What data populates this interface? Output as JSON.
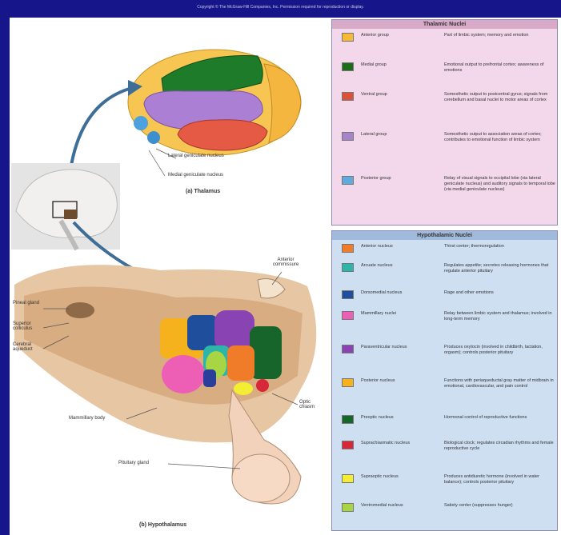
{
  "copyright": "Copyright © The McGraw-Hill Companies, Inc. Permission required for reproduction or display.",
  "thalamus_caption": "(a) Thalamus",
  "hypothalamus_caption": "(b) Hypothalamus",
  "thalamus_labels": {
    "lateral_geniculate": "Lateral geniculate nucleus",
    "medial_geniculate": "Medial geniculate nucleus"
  },
  "brain_labels": {
    "pineal_gland": "Pineal gland",
    "superior_colliculus": "Superior colliculus",
    "cerebral_aqueduct": "Cerebral aqueduct",
    "anterior_commissure": "Anterior commissure",
    "optic_chiasm": "Optic chiasm",
    "mammillary_body": "Mammillary body",
    "pituitary_gland": "Pituitary gland"
  },
  "thalamic_title": "Thalamic Nuclei",
  "thalamic_nuclei": [
    {
      "name": "Anterior group",
      "color": "#f5b935",
      "desc": "Part of limbic system; memory and emotion"
    },
    {
      "name": "Medial group",
      "color": "#1d6b1d",
      "desc": "Emotional output to prefrontal cortex; awareness of emotions"
    },
    {
      "name": "Ventral group",
      "color": "#d9533a",
      "desc": "Somesthetic output to postcentral gyrus; signals from cerebellum and basal nuclei to motor areas of cortex"
    },
    {
      "name": "Lateral group",
      "color": "#a784c8",
      "desc": "Somesthetic output to association areas of cortex; contributes to emotional function of limbic system"
    },
    {
      "name": "Posterior group",
      "color": "#62a9dc",
      "desc": "Relay of visual signals to occipital lobe (via lateral geniculate nucleus) and auditory signals to temporal lobe (via medial geniculate nucleus)"
    }
  ],
  "hypothalamic_title": "Hypothalamic Nuclei",
  "hypothalamic_nuclei": [
    {
      "name": "Anterior nucleus",
      "color": "#f07c2a",
      "desc": "Thirst center; thermoregulation"
    },
    {
      "name": "Arcuate nucleus",
      "color": "#2cb5a8",
      "desc": "Regulates appetite; secretes releasing hormones that regulate anterior pituitary"
    },
    {
      "name": "Dorsomedial nucleus",
      "color": "#1f4f9c",
      "desc": "Rage and other emotions"
    },
    {
      "name": "Mammillary nuclei",
      "color": "#ec5fb5",
      "desc": "Relay between limbic system and thalamus; involved in long-term memory"
    },
    {
      "name": "Paraventricular nucleus",
      "color": "#8a43b2",
      "desc": "Produces oxytocin (involved in childbirth, lactation, orgasm); controls posterior pituitary"
    },
    {
      "name": "Posterior nucleus",
      "color": "#f5b21d",
      "desc": "Functions with periaqueductal gray matter of midbrain in emotional, cardiovascular, and pain control"
    },
    {
      "name": "Preoptic nucleus",
      "color": "#17652a",
      "desc": "Hormonal control of reproductive functions"
    },
    {
      "name": "Suprachiasmatic nucleus",
      "color": "#d6283a",
      "desc": "Biological clock; regulates circadian rhythms and female reproductive cycle"
    },
    {
      "name": "Supraoptic nucleus",
      "color": "#f3ee33",
      "desc": "Produces antidiuretic hormone (involved in water balance); controls posterior pituitary"
    },
    {
      "name": "Ventromedial nucleus",
      "color": "#a8d544",
      "desc": "Satiety center (suppresses hunger)"
    }
  ]
}
